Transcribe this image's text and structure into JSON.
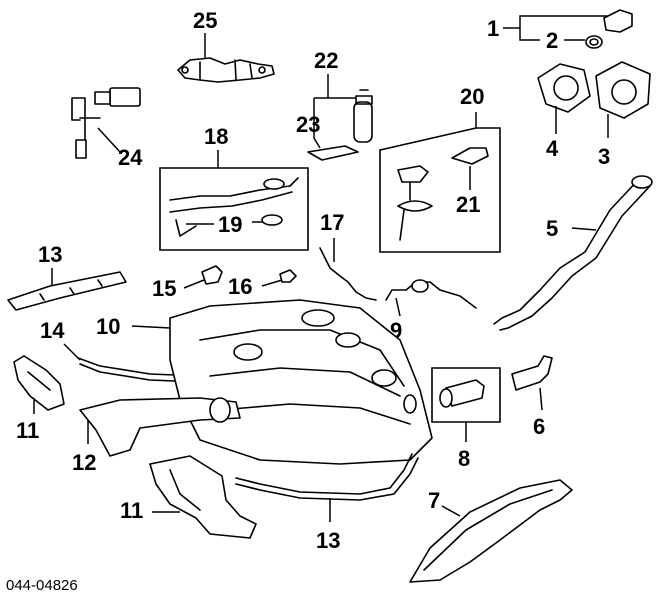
{
  "diagram_code": "044-04826",
  "callouts": {
    "c1": "1",
    "c2": "2",
    "c3": "3",
    "c4": "4",
    "c5": "5",
    "c6": "6",
    "c7": "7",
    "c8": "8",
    "c9": "9",
    "c10": "10",
    "c11a": "11",
    "c11b": "11",
    "c12": "12",
    "c13a": "13",
    "c13b": "13",
    "c14": "14",
    "c15": "15",
    "c16": "16",
    "c17": "17",
    "c18": "18",
    "c19": "19",
    "c20": "20",
    "c21": "21",
    "c22": "22",
    "c23": "23",
    "c24": "24",
    "c25": "25"
  }
}
